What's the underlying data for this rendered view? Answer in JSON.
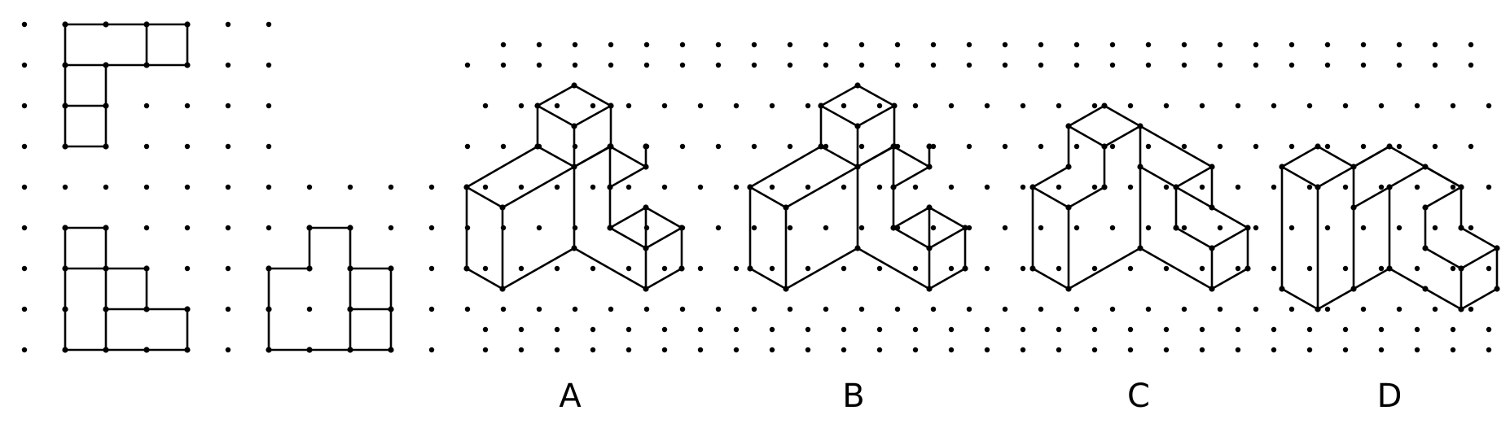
{
  "options": [
    {
      "id": "A",
      "label": "A"
    },
    {
      "id": "B",
      "label": "B"
    },
    {
      "id": "C",
      "label": "C"
    },
    {
      "id": "D",
      "label": "D"
    }
  ],
  "colors": {
    "ink": "#000000",
    "background": "#ffffff"
  }
}
